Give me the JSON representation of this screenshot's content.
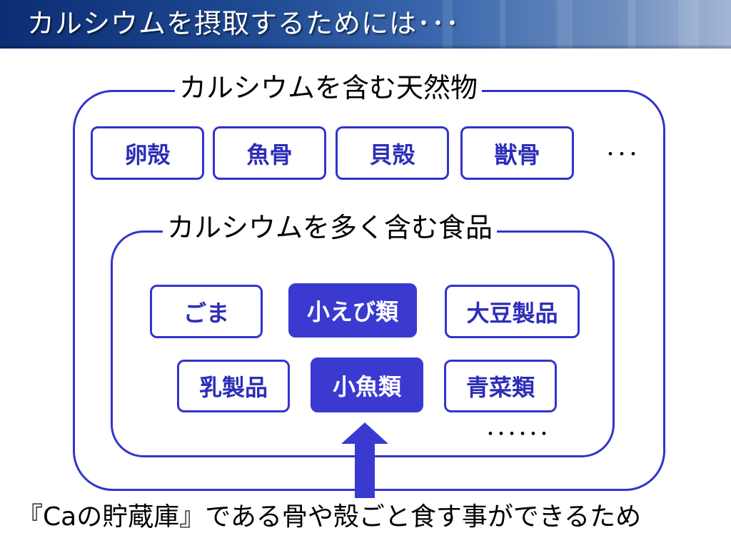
{
  "slide": {
    "title": "カルシウムを摂取するためには･･･"
  },
  "natural_group": {
    "title": "カルシウムを含む天然物",
    "items": [
      "卵殻",
      "魚骨",
      "貝殻",
      "獣骨"
    ],
    "ellipsis": "･･･"
  },
  "food_group": {
    "title": "カルシウムを多く含む食品",
    "row1": [
      "ごま",
      "小えび類",
      "大豆製品"
    ],
    "row2": [
      "乳製品",
      "小魚類",
      "青菜類"
    ],
    "ellipsis": "･･････"
  },
  "footer": {
    "text": "『Caの貯蔵庫』である骨や殻ごと食す事ができるため"
  },
  "colors": {
    "accent": "#3333cc",
    "filled_box": "#3a3ad1",
    "title_bar_dark": "#0c2d73",
    "title_bar_light": "#a3b6d6"
  }
}
